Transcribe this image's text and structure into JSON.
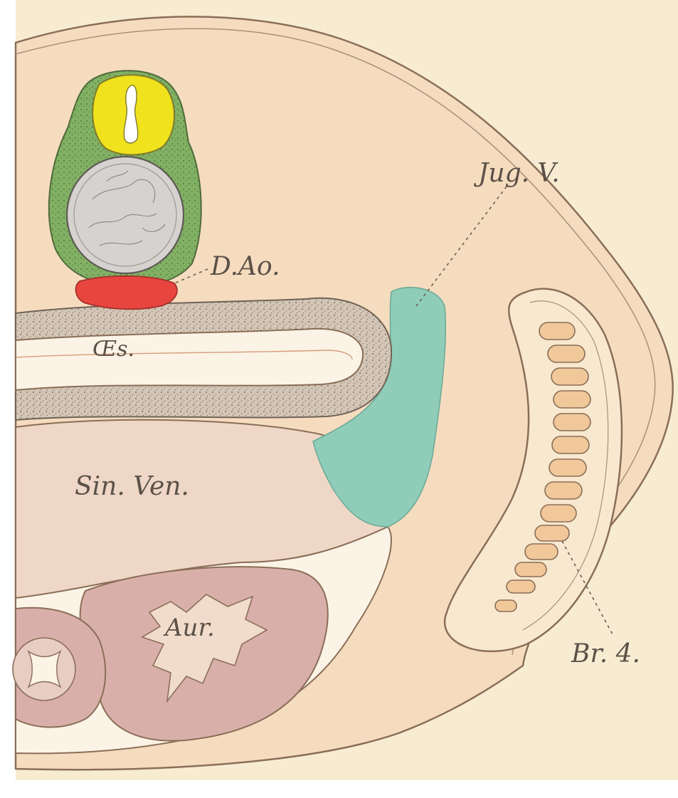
{
  "labels": {
    "jugular_vein": "Jug. V.",
    "dorsal_aorta": "D.Ao.",
    "oesophagus": "Œs.",
    "sinus_venosus": "Sin. Ven.",
    "auricle": "Aur.",
    "branchial": "Br. 4."
  },
  "colors": {
    "paper": "#f7ecd2",
    "body": "#f6dcbf",
    "outline": "#8a6e58",
    "neural_tube": "#f0e21c",
    "notochord_sheath": "#7ba95e",
    "notochord": "#d6d2cf",
    "aorta": "#e8453f",
    "jugular_vein": "#8fcdb9",
    "sinus_venosus": "#eed7c6",
    "heart": "#d9b0a9",
    "pouches": "#f1c89a"
  }
}
